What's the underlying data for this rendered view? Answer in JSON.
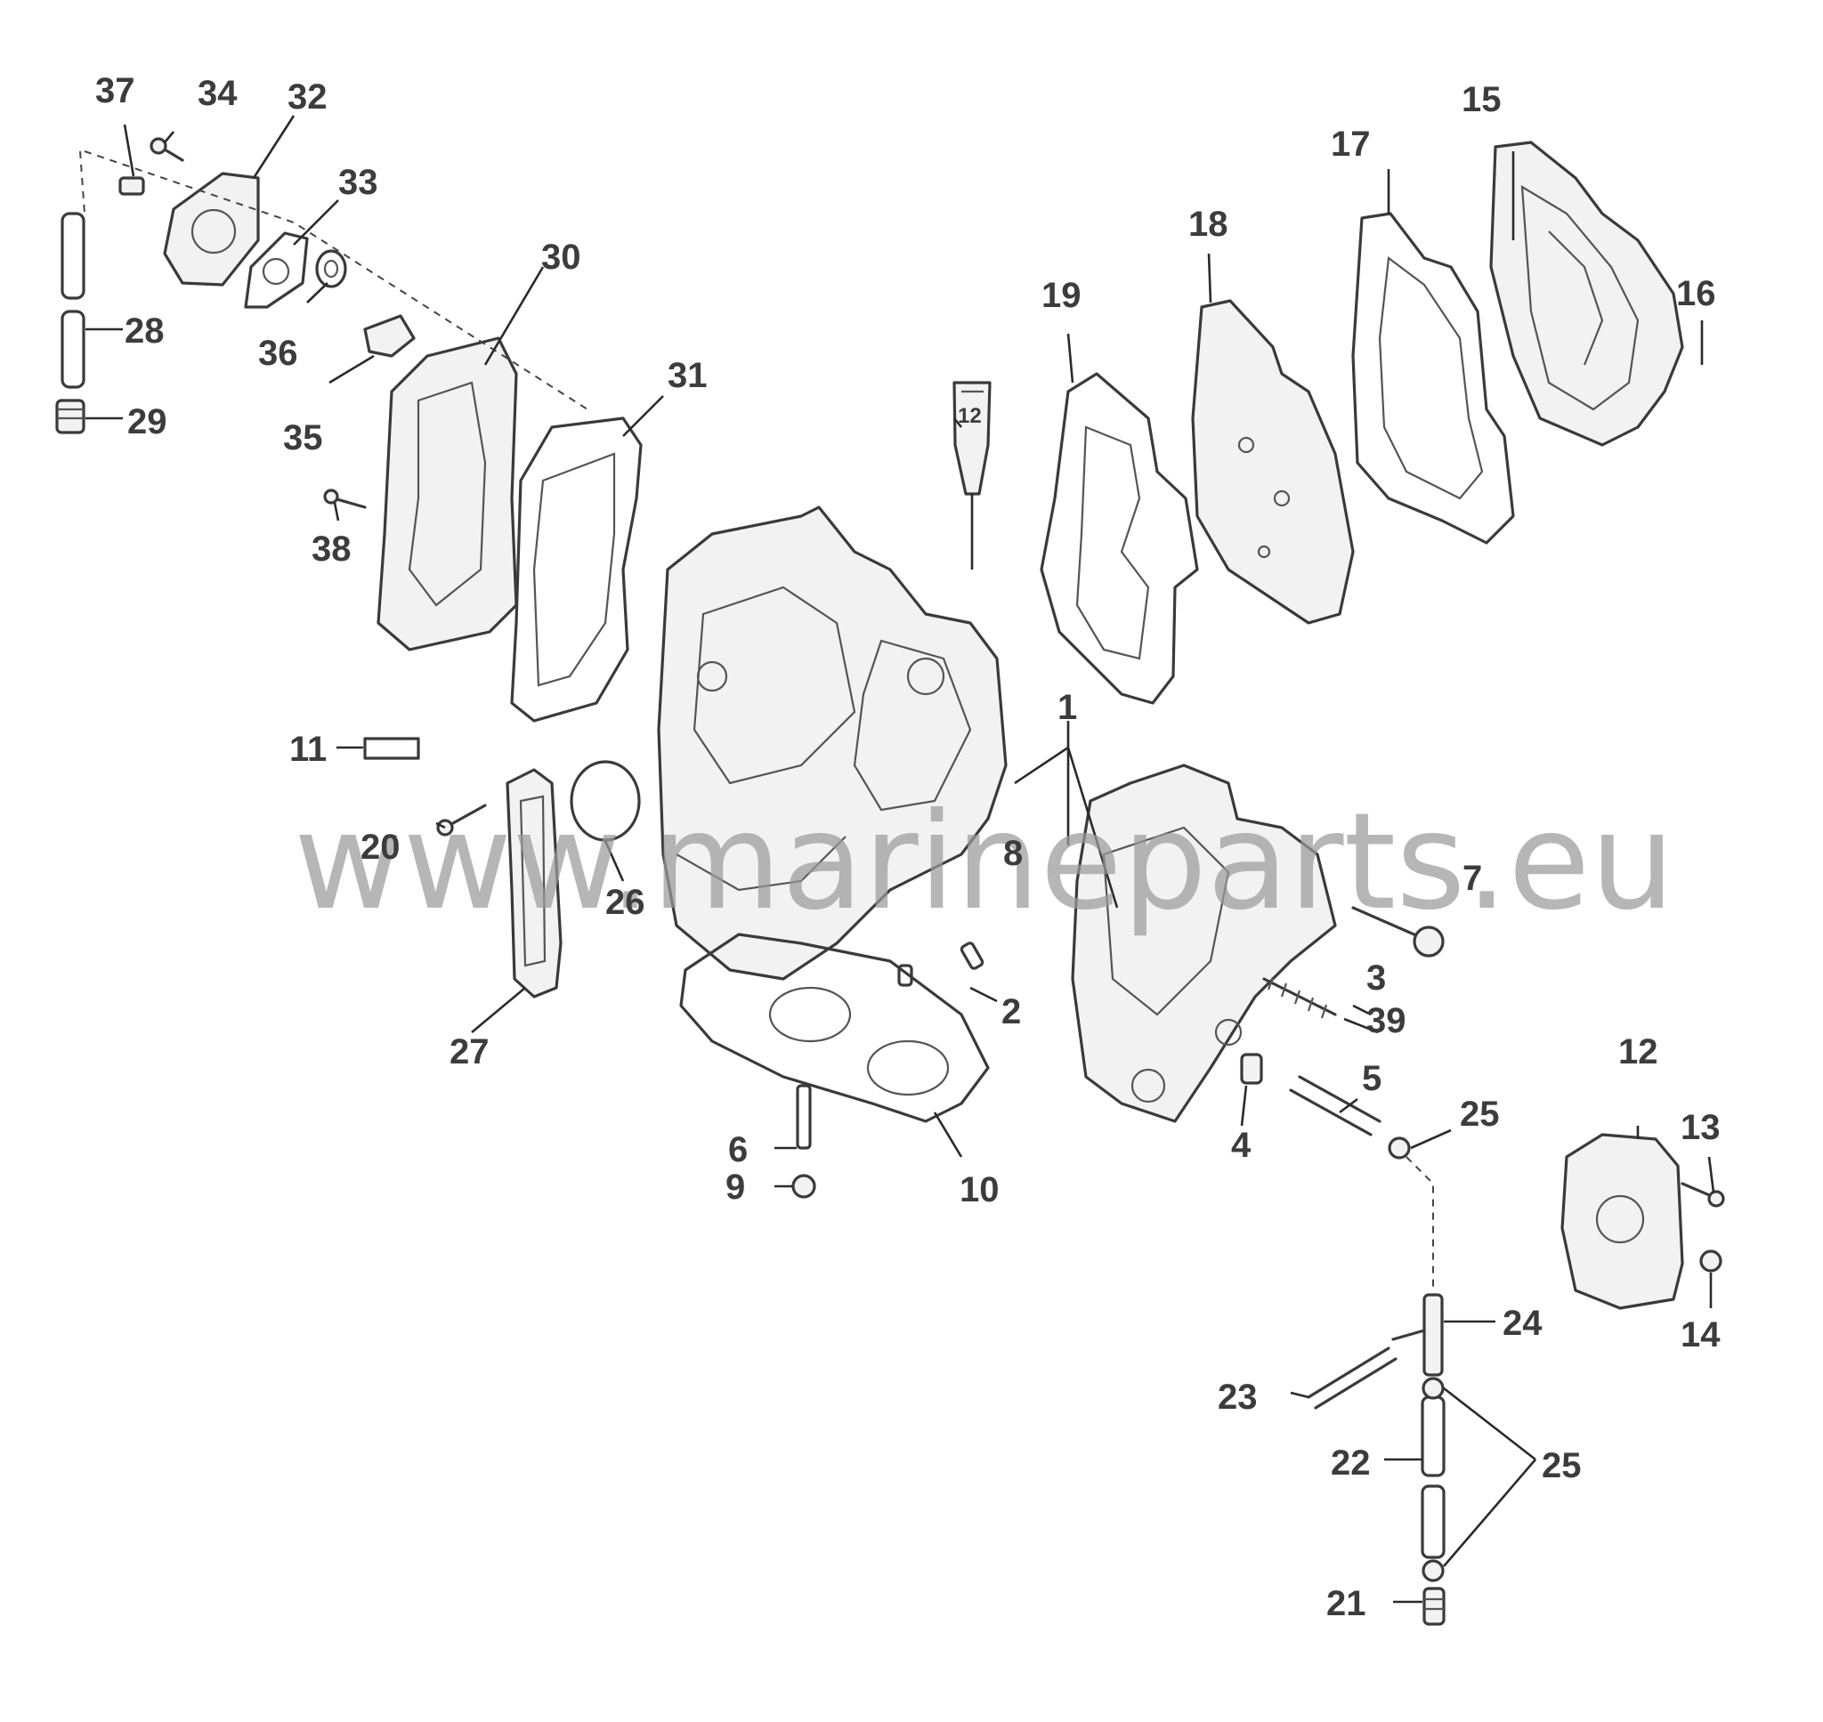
{
  "watermark": "www.marineparts.eu",
  "callouts": {
    "c1": "1",
    "c2": "2",
    "c3": "3",
    "c4": "4",
    "c5": "5",
    "c6": "6",
    "c7": "7",
    "c8": "8",
    "c9": "9",
    "c10": "10",
    "c11": "11",
    "c12a": "12",
    "c12b": "12",
    "c13": "13",
    "c14": "14",
    "c15": "15",
    "c16": "16",
    "c17": "17",
    "c18": "18",
    "c19": "19",
    "c20": "20",
    "c21": "21",
    "c22": "22",
    "c23": "23",
    "c24": "24",
    "c25a": "25",
    "c25b": "25",
    "c26": "26",
    "c27": "27",
    "c28": "28",
    "c29": "29",
    "c30": "30",
    "c31": "31",
    "c32": "32",
    "c33": "33",
    "c34": "34",
    "c35": "35",
    "c36": "36",
    "c37": "37",
    "c38": "38",
    "c39": "39"
  },
  "colors": {
    "line": "#3a3a3a",
    "label": "#3c3c3c",
    "watermark": "#9a9a9a",
    "background": "#ffffff"
  }
}
